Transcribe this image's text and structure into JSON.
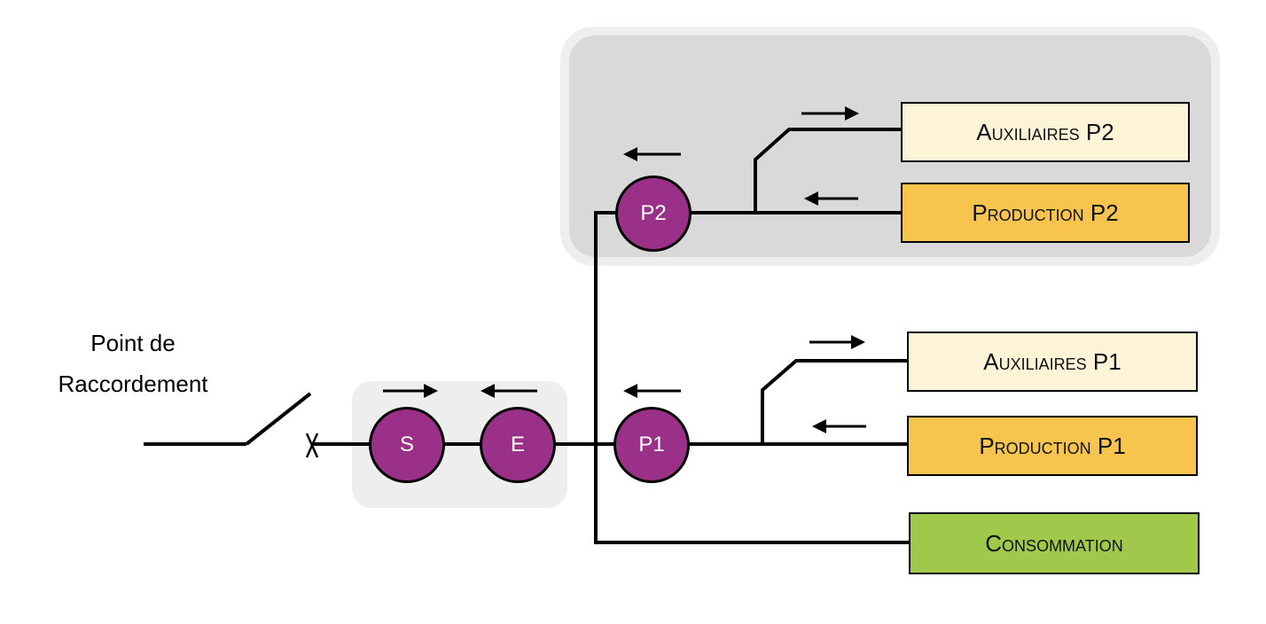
{
  "connection_point": {
    "line1": "Point de",
    "line2": "Raccordement"
  },
  "meters": {
    "s": "S",
    "e": "E",
    "p1": "P1",
    "p2": "P2"
  },
  "boxes": {
    "aux_p2": "Auxiliaires P2",
    "prod_p2": "Production P2",
    "aux_p1": "Auxiliaires P1",
    "prod_p1": "Production P1",
    "consommation": "Consommation"
  },
  "colors": {
    "meter": "#9b3088",
    "auxiliaires": "#fdf4d8",
    "production": "#f7c44d",
    "consommation": "#a0c94b",
    "group_dark": "#d9d9d9",
    "group_light": "#efefef"
  }
}
